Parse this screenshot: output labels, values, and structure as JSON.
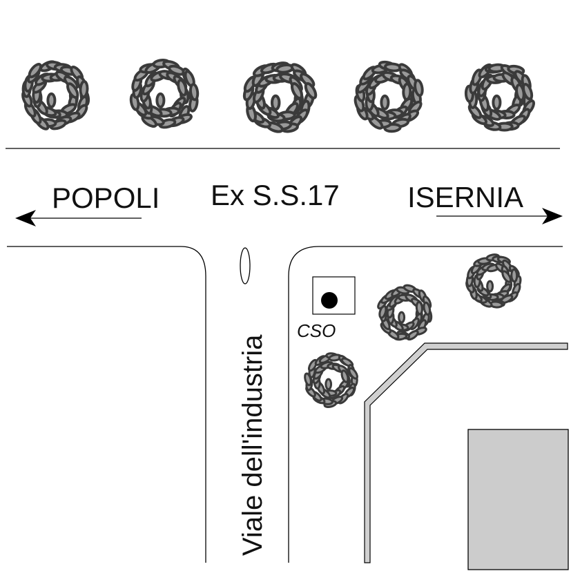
{
  "labels": {
    "west_destination": "POPOLI",
    "main_road": "Ex S.S.17",
    "east_destination": "ISERNIA",
    "side_road": "Viale dell'industria",
    "cso": "CSO"
  },
  "colors": {
    "leaf_fill": "#9a9a9a",
    "leaf_stroke": "#3a3a3a",
    "building_fill": "#cccccc",
    "wall_fill": "#d0d0d0"
  },
  "icons": {
    "tree": "tree-canopy-icon",
    "cso_marker": "filled-circle-in-square-icon",
    "arrow": "arrow-icon"
  }
}
